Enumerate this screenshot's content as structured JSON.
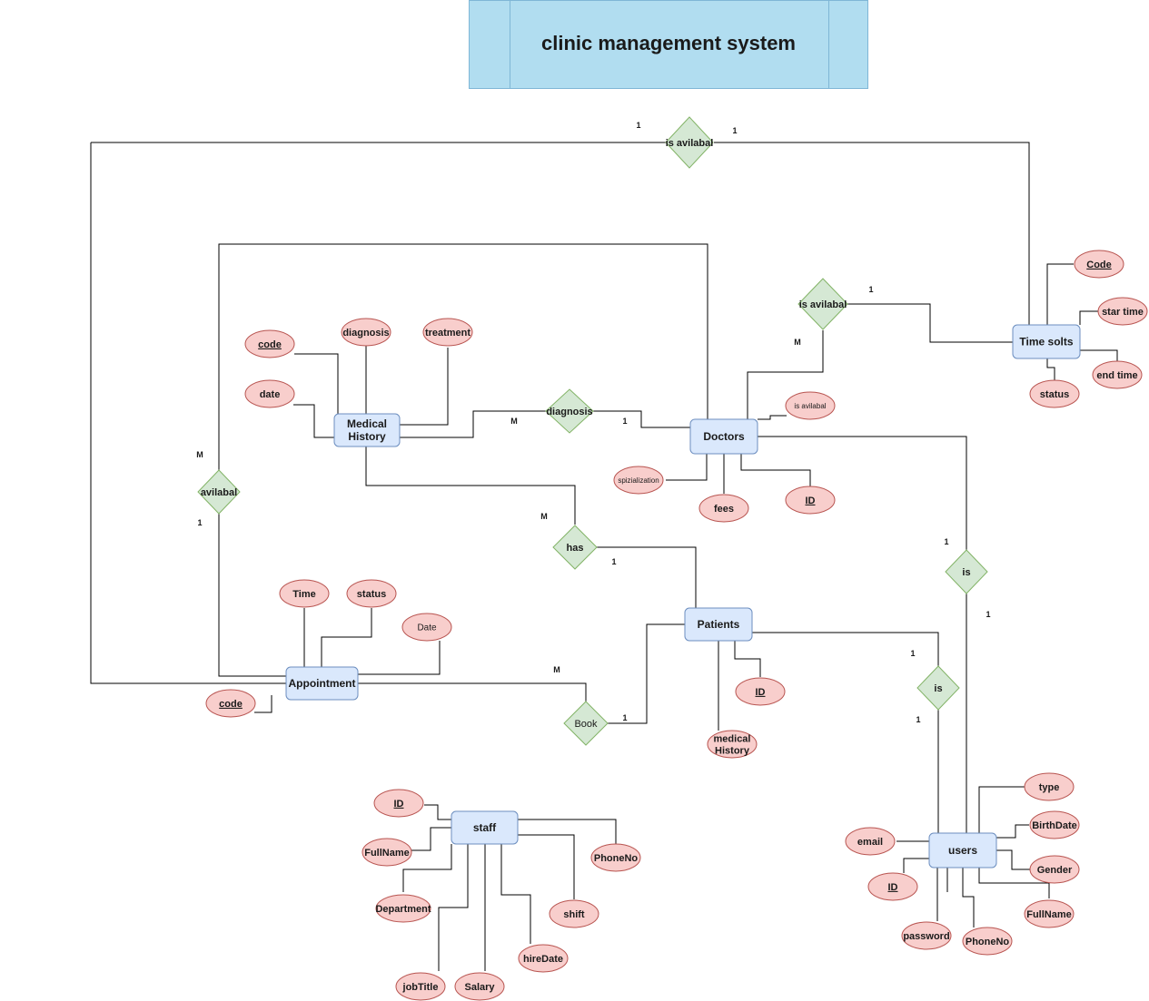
{
  "title": "clinic management system",
  "entities": {
    "medical_history": [
      "Medical",
      "History"
    ],
    "doctors": [
      "Doctors"
    ],
    "time_slots": [
      "Time solts"
    ],
    "appointment": [
      "Appointment"
    ],
    "patients": [
      "Patients"
    ],
    "staff": [
      "staff"
    ],
    "users": [
      "users"
    ]
  },
  "relationships": {
    "top_is_avilabal": "is avilabal",
    "doctor_is_avilabal": "is avilabal",
    "diagnosis": "diagnosis",
    "avilabal": "avilabal",
    "has": "has",
    "book": "Book",
    "doctor_is": "is",
    "patient_is": "is"
  },
  "attributes": {
    "mh_code": "code",
    "mh_diagnosis": "diagnosis",
    "mh_treatment": "treatment",
    "mh_date": "date",
    "ts_code": "Code",
    "ts_star_time": "star time",
    "ts_end_time": "end time",
    "ts_status": "status",
    "doc_is_avilabal": "is avilabal",
    "doc_spizialization": "spizialization",
    "doc_fees": "fees",
    "doc_id": "ID",
    "ap_time": "Time",
    "ap_status": "status",
    "ap_date": "Date",
    "ap_code": "code",
    "pat_id": "ID",
    "pat_medical_history": [
      "medical",
      "History"
    ],
    "st_id": "ID",
    "st_fullname": "FullName",
    "st_department": "Department",
    "st_jobtitle": "jobTitle",
    "st_salary": "Salary",
    "st_hiredate": "hireDate",
    "st_shift": "shift",
    "st_phoneno": "PhoneNo",
    "us_type": "type",
    "us_birthdate": "BirthDate",
    "us_gender": "Gender",
    "us_fullname": "FullName",
    "us_email": "email",
    "us_id": "ID",
    "us_password": "password",
    "us_phoneno": "PhoneNo"
  },
  "cardinalities": {
    "top_left": "1",
    "top_right": "1",
    "ts_rel_one": "1",
    "ts_rel_many": "M",
    "diag_many": "M",
    "diag_one": "1",
    "avil_many": "M",
    "avil_one": "1",
    "has_many": "M",
    "has_one": "1",
    "book_many": "M",
    "book_one": "1",
    "doc_is_top": "1",
    "doc_is_bottom": "1",
    "pat_is_top": "1",
    "pat_is_bottom": "1"
  },
  "colors": {
    "title_fill": "#b1ddf0",
    "entity_fill": "#dae8fc",
    "entity_stroke": "#6c8ebf",
    "attribute_fill": "#f8cecc",
    "attribute_stroke": "#b85450",
    "relationship_fill": "#d5e8d4",
    "relationship_stroke": "#82b366",
    "line": "#000000"
  }
}
